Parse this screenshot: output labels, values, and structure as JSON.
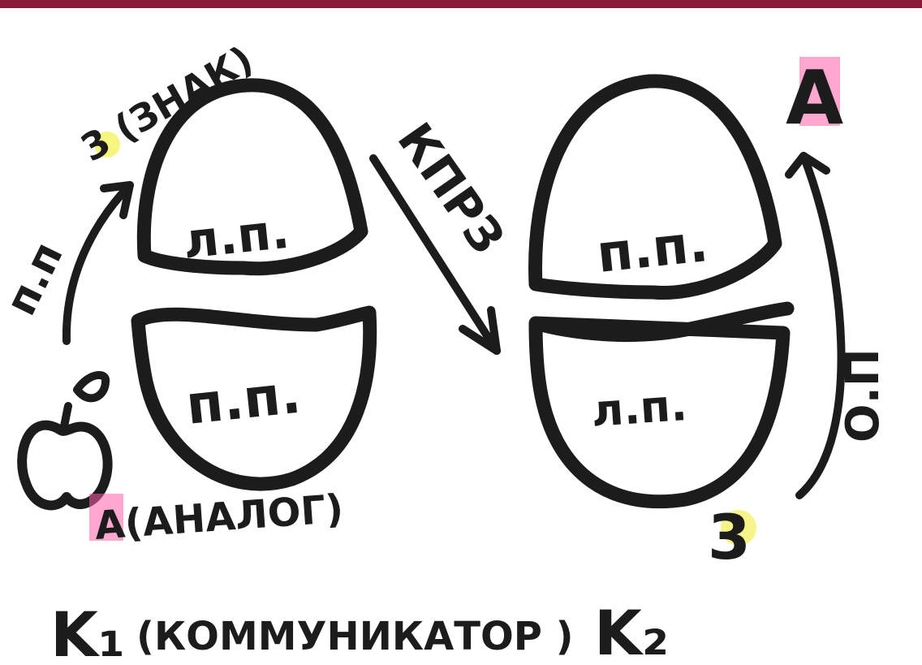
{
  "colors": {
    "ink": "#1c1c1c",
    "paper": "#ffffff",
    "banner": "#8b1a3a",
    "pink_marker": "#ff5fa8",
    "yellow_marker": "#f1ef3a"
  },
  "left_figure": {
    "top_label": "л.п.",
    "bottom_label": "п.п.",
    "arrow_label": "п.п",
    "sign_label": "3 (ЗНАК)",
    "analog_label": "А(АНАЛОГ)",
    "icon": "apple-icon"
  },
  "middle": {
    "arrow_label": "КПРЗ"
  },
  "right_figure": {
    "top_label": "п.п.",
    "bottom_label": "л.п.",
    "sign_label": "3",
    "analog_label": "А",
    "arrow_label": "О.П"
  },
  "bottom_line": {
    "k1": "K₁",
    "communicator": "(КОММУНИКАТОР )",
    "k2": "K₂"
  }
}
